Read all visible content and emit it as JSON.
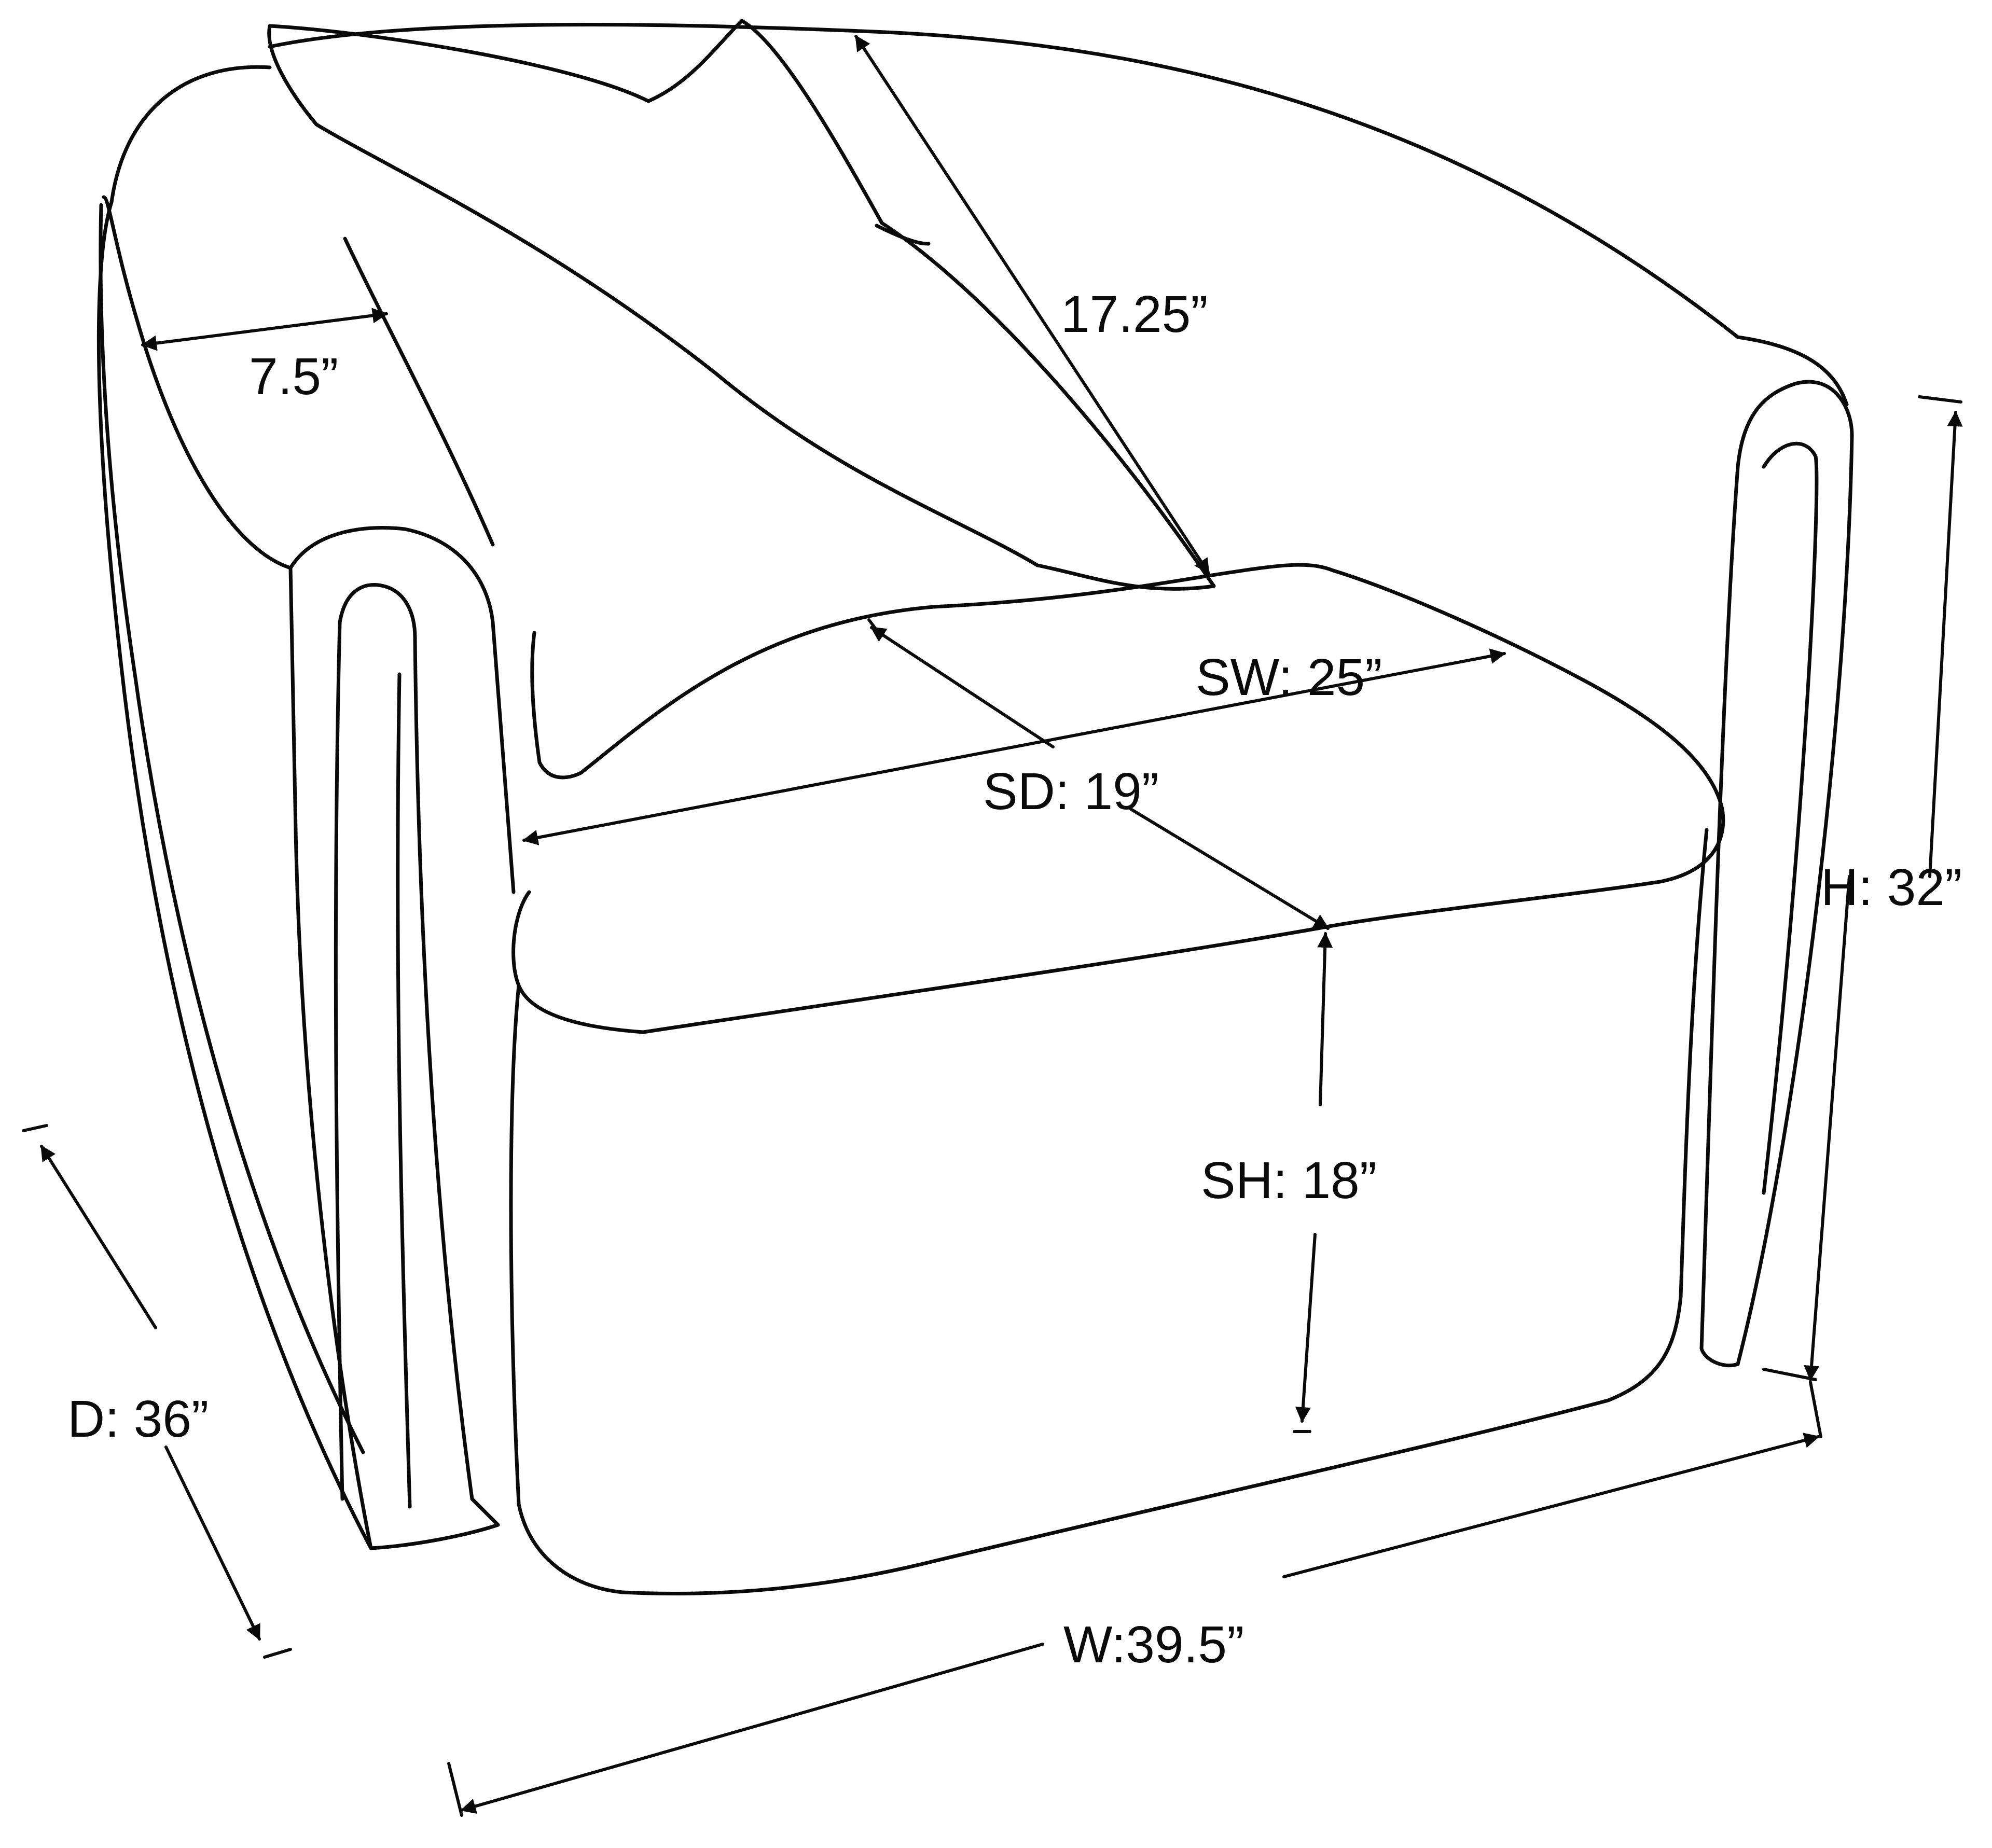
{
  "diagram": {
    "line_color": "#0a0a0a",
    "background": "#ffffff",
    "labels": {
      "back_height": "17.25”",
      "arm_width": "7.5”",
      "seat_width": "SW: 25”",
      "seat_depth": "SD: 19”",
      "height": "H: 32”",
      "seat_height": "SH: 18”",
      "depth": "D: 36”",
      "width": "W:39.5”"
    }
  }
}
